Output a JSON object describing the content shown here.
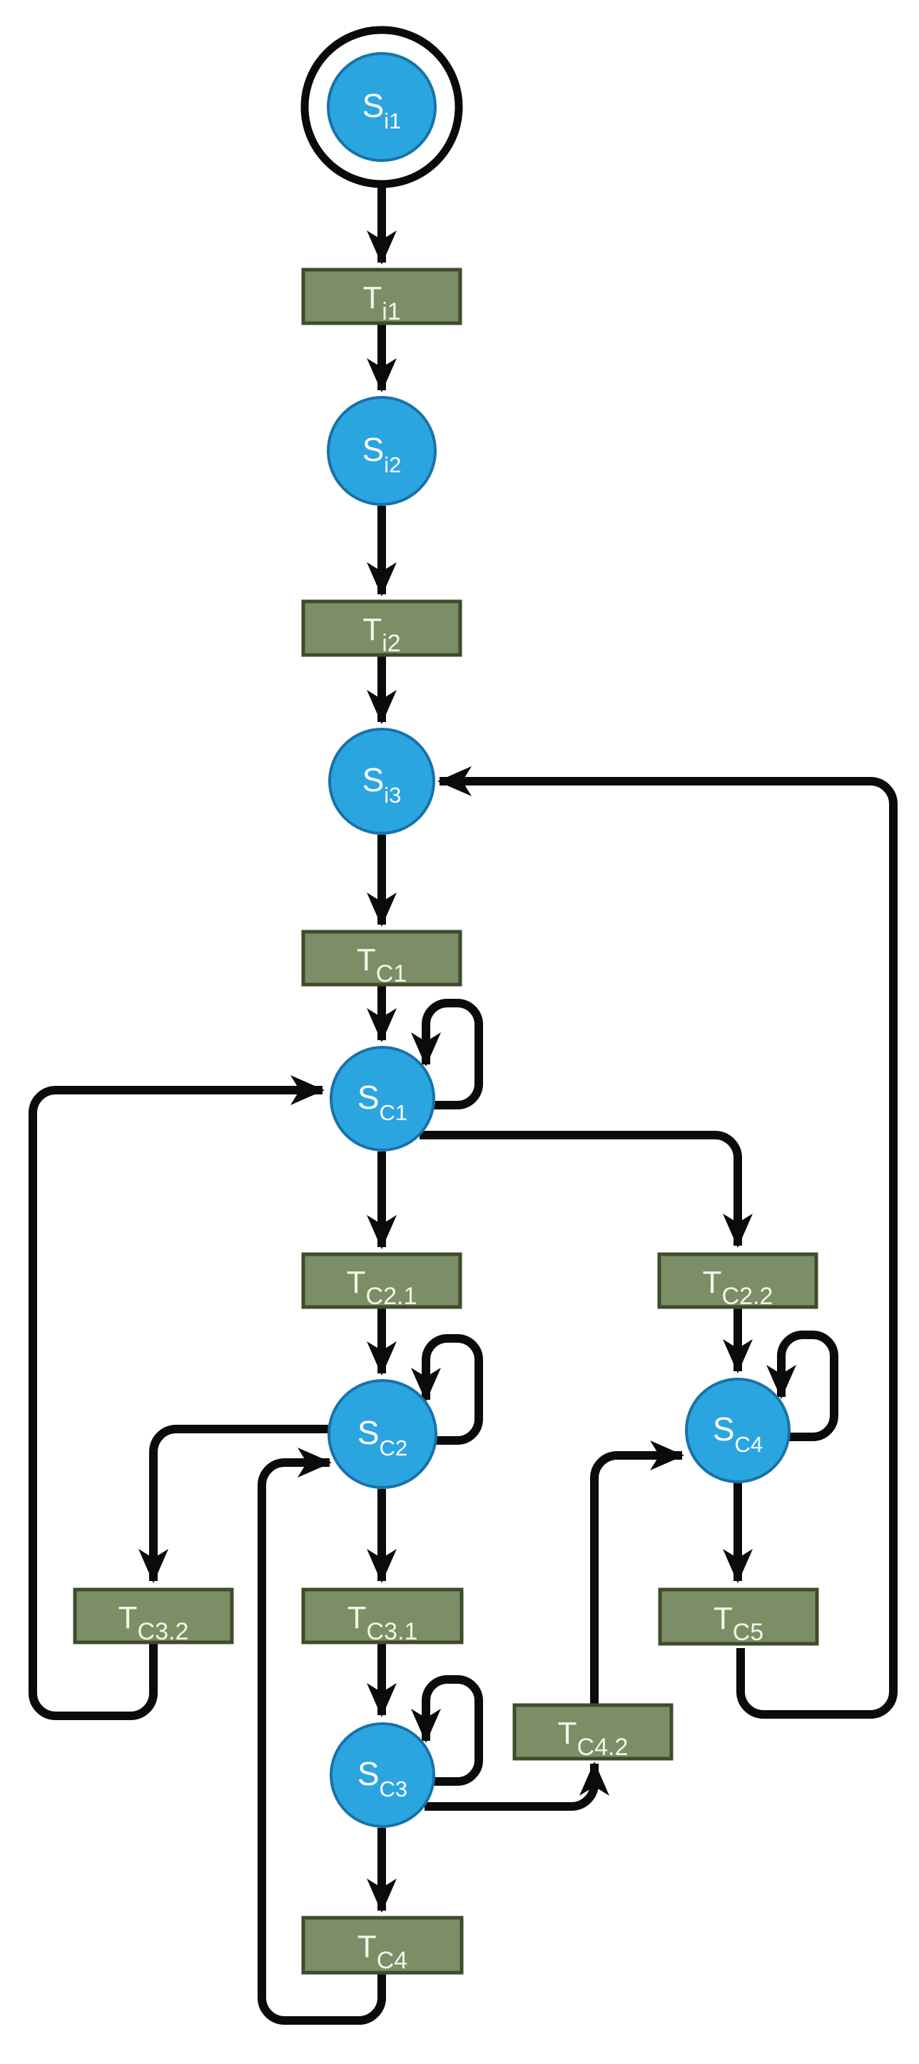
{
  "diagram_type": "state-transition-petri-net",
  "colors": {
    "background": "#ffffff",
    "state_fill": "#2ba5e0",
    "state_stroke": "#1872a8",
    "transition_fill": "#7b8e66",
    "transition_stroke": "#3e4c2d",
    "edge": "#0b0b0b",
    "label": "#f5f8f0"
  },
  "states": [
    {
      "id": "S_i1",
      "main": "S",
      "sub": "i1",
      "initial": true
    },
    {
      "id": "S_i2",
      "main": "S",
      "sub": "i2"
    },
    {
      "id": "S_i3",
      "main": "S",
      "sub": "i3"
    },
    {
      "id": "S_C1",
      "main": "S",
      "sub": "C1"
    },
    {
      "id": "S_C2",
      "main": "S",
      "sub": "C2"
    },
    {
      "id": "S_C3",
      "main": "S",
      "sub": "C3"
    },
    {
      "id": "S_C4",
      "main": "S",
      "sub": "C4"
    }
  ],
  "transitions": [
    {
      "id": "T_i1",
      "main": "T",
      "sub": "i1"
    },
    {
      "id": "T_i2",
      "main": "T",
      "sub": "i2"
    },
    {
      "id": "T_C1",
      "main": "T",
      "sub": "C1"
    },
    {
      "id": "T_C2.1",
      "main": "T",
      "sub": "C2.1"
    },
    {
      "id": "T_C2.2",
      "main": "T",
      "sub": "C2.2"
    },
    {
      "id": "T_C3.1",
      "main": "T",
      "sub": "C3.1"
    },
    {
      "id": "T_C3.2",
      "main": "T",
      "sub": "C3.2"
    },
    {
      "id": "T_C4",
      "main": "T",
      "sub": "C4"
    },
    {
      "id": "T_C4.2",
      "main": "T",
      "sub": "C4.2"
    },
    {
      "id": "T_C5",
      "main": "T",
      "sub": "C5"
    }
  ],
  "edges": [
    {
      "from": "S_i1",
      "to": "T_i1"
    },
    {
      "from": "T_i1",
      "to": "S_i2"
    },
    {
      "from": "S_i2",
      "to": "T_i2"
    },
    {
      "from": "T_i2",
      "to": "S_i3"
    },
    {
      "from": "S_i3",
      "to": "T_C1"
    },
    {
      "from": "T_C1",
      "to": "S_C1"
    },
    {
      "from": "S_C1",
      "to": "S_C1",
      "kind": "self-loop"
    },
    {
      "from": "S_C1",
      "to": "T_C2.1"
    },
    {
      "from": "S_C1",
      "to": "T_C2.2"
    },
    {
      "from": "T_C2.1",
      "to": "S_C2"
    },
    {
      "from": "T_C2.2",
      "to": "S_C4"
    },
    {
      "from": "S_C2",
      "to": "S_C2",
      "kind": "self-loop"
    },
    {
      "from": "S_C2",
      "to": "T_C3.1"
    },
    {
      "from": "S_C2",
      "to": "T_C3.2"
    },
    {
      "from": "T_C3.2",
      "to": "S_C1",
      "kind": "feedback-left"
    },
    {
      "from": "T_C3.1",
      "to": "S_C3"
    },
    {
      "from": "S_C3",
      "to": "S_C3",
      "kind": "self-loop"
    },
    {
      "from": "S_C3",
      "to": "T_C4"
    },
    {
      "from": "S_C3",
      "to": "T_C4.2"
    },
    {
      "from": "T_C4",
      "to": "S_C2",
      "kind": "feedback-left"
    },
    {
      "from": "T_C4.2",
      "to": "S_C4"
    },
    {
      "from": "S_C4",
      "to": "S_C4",
      "kind": "self-loop"
    },
    {
      "from": "S_C4",
      "to": "T_C5"
    },
    {
      "from": "T_C5",
      "to": "S_i3",
      "kind": "feedback-right"
    }
  ]
}
